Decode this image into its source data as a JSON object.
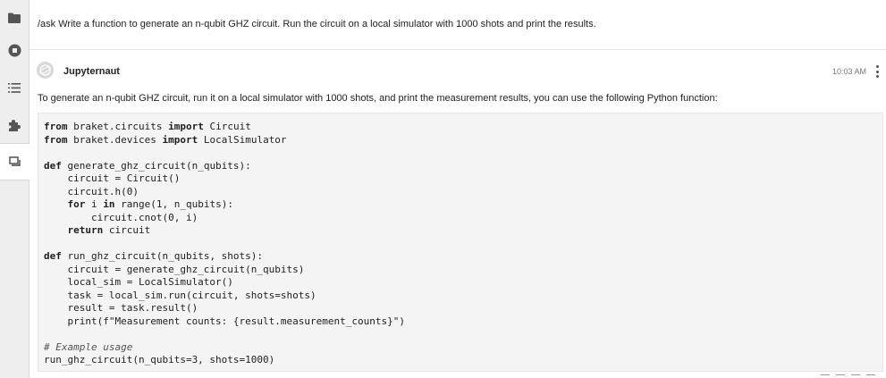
{
  "sidebar": {
    "items": [
      {
        "name": "file-browser",
        "icon": "folder-icon"
      },
      {
        "name": "running-kernels",
        "icon": "stop-circle-icon"
      },
      {
        "name": "table-of-contents",
        "icon": "list-icon"
      },
      {
        "name": "extensions",
        "icon": "puzzle-icon"
      },
      {
        "name": "chat",
        "icon": "chat-icon",
        "active": true
      }
    ]
  },
  "chat": {
    "human_message": "/ask Write a function to generate an n-qubit GHZ circuit. Run the circuit on a local simulator with 1000 shots and print the results.",
    "bot": {
      "name": "Jupyternaut",
      "timestamp": "10:03 AM",
      "intro": "To generate an n-qubit GHZ circuit, run it on a local simulator with 1000 shots, and print the measurement results, you can use the following Python function:"
    },
    "code_lines": [
      [
        [
          "kw",
          "from"
        ],
        [
          "t",
          " braket.circuits "
        ],
        [
          "kw",
          "import"
        ],
        [
          "t",
          " Circuit"
        ]
      ],
      [
        [
          "kw",
          "from"
        ],
        [
          "t",
          " braket.devices "
        ],
        [
          "kw",
          "import"
        ],
        [
          "t",
          " LocalSimulator"
        ]
      ],
      [],
      [
        [
          "kw",
          "def"
        ],
        [
          "t",
          " generate_ghz_circuit(n_qubits):"
        ]
      ],
      [
        [
          "t",
          "    circuit = Circuit()"
        ]
      ],
      [
        [
          "t",
          "    circuit.h(0)"
        ]
      ],
      [
        [
          "t",
          "    "
        ],
        [
          "kw",
          "for"
        ],
        [
          "t",
          " i "
        ],
        [
          "kw",
          "in"
        ],
        [
          "t",
          " range(1, n_qubits):"
        ]
      ],
      [
        [
          "t",
          "        circuit.cnot(0, i)"
        ]
      ],
      [
        [
          "t",
          "    "
        ],
        [
          "kw",
          "return"
        ],
        [
          "t",
          " circuit"
        ]
      ],
      [],
      [
        [
          "kw",
          "def"
        ],
        [
          "t",
          " run_ghz_circuit(n_qubits, shots):"
        ]
      ],
      [
        [
          "t",
          "    circuit = generate_ghz_circuit(n_qubits)"
        ]
      ],
      [
        [
          "t",
          "    local_sim = LocalSimulator()"
        ]
      ],
      [
        [
          "t",
          "    task = local_sim.run(circuit, shots=shots)"
        ]
      ],
      [
        [
          "t",
          "    result = task.result()"
        ]
      ],
      [
        [
          "t",
          "    print(f\"Measurement counts: {result.measurement_counts}\")"
        ]
      ],
      [],
      [
        [
          "cm",
          "# Example usage"
        ]
      ],
      [
        [
          "t",
          "run_ghz_circuit(n_qubits=3, shots=1000)"
        ]
      ]
    ]
  },
  "colors": {
    "sidebar_bg": "#eeeeee",
    "code_bg": "#f4f4f4",
    "text": "#222222"
  }
}
